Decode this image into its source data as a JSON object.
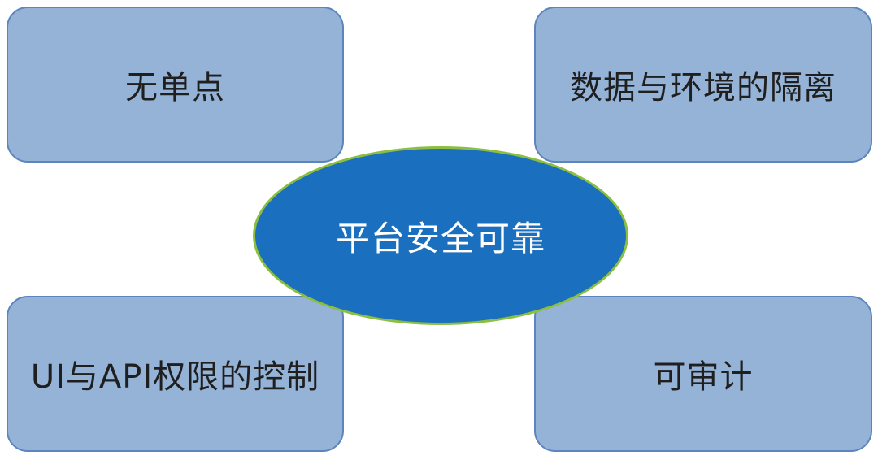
{
  "diagram": {
    "center": {
      "label": "平台安全可靠"
    },
    "items": [
      {
        "label": "无单点"
      },
      {
        "label": "数据与环境的隔离"
      },
      {
        "label": "UI与API权限的控制"
      },
      {
        "label": "可审计"
      }
    ]
  },
  "colors": {
    "card_fill": "#95b3d7",
    "card_border": "#5b85bc",
    "center_fill": "#1a6fbf",
    "center_border": "#8cbf3f"
  }
}
